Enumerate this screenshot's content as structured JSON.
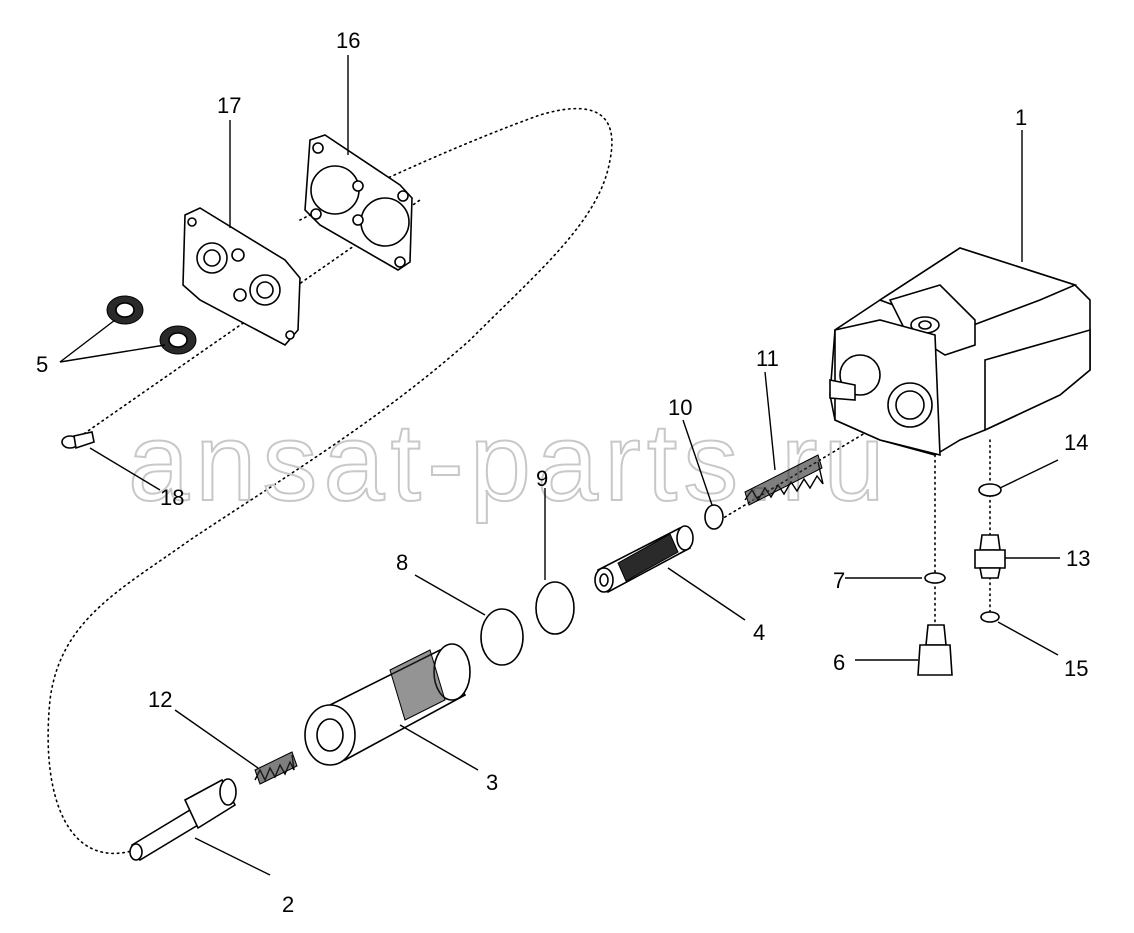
{
  "watermark": "ansat-parts.ru",
  "callouts": [
    "1",
    "2",
    "3",
    "4",
    "5",
    "6",
    "7",
    "8",
    "9",
    "10",
    "11",
    "12",
    "13",
    "14",
    "15",
    "16",
    "17",
    "18"
  ]
}
